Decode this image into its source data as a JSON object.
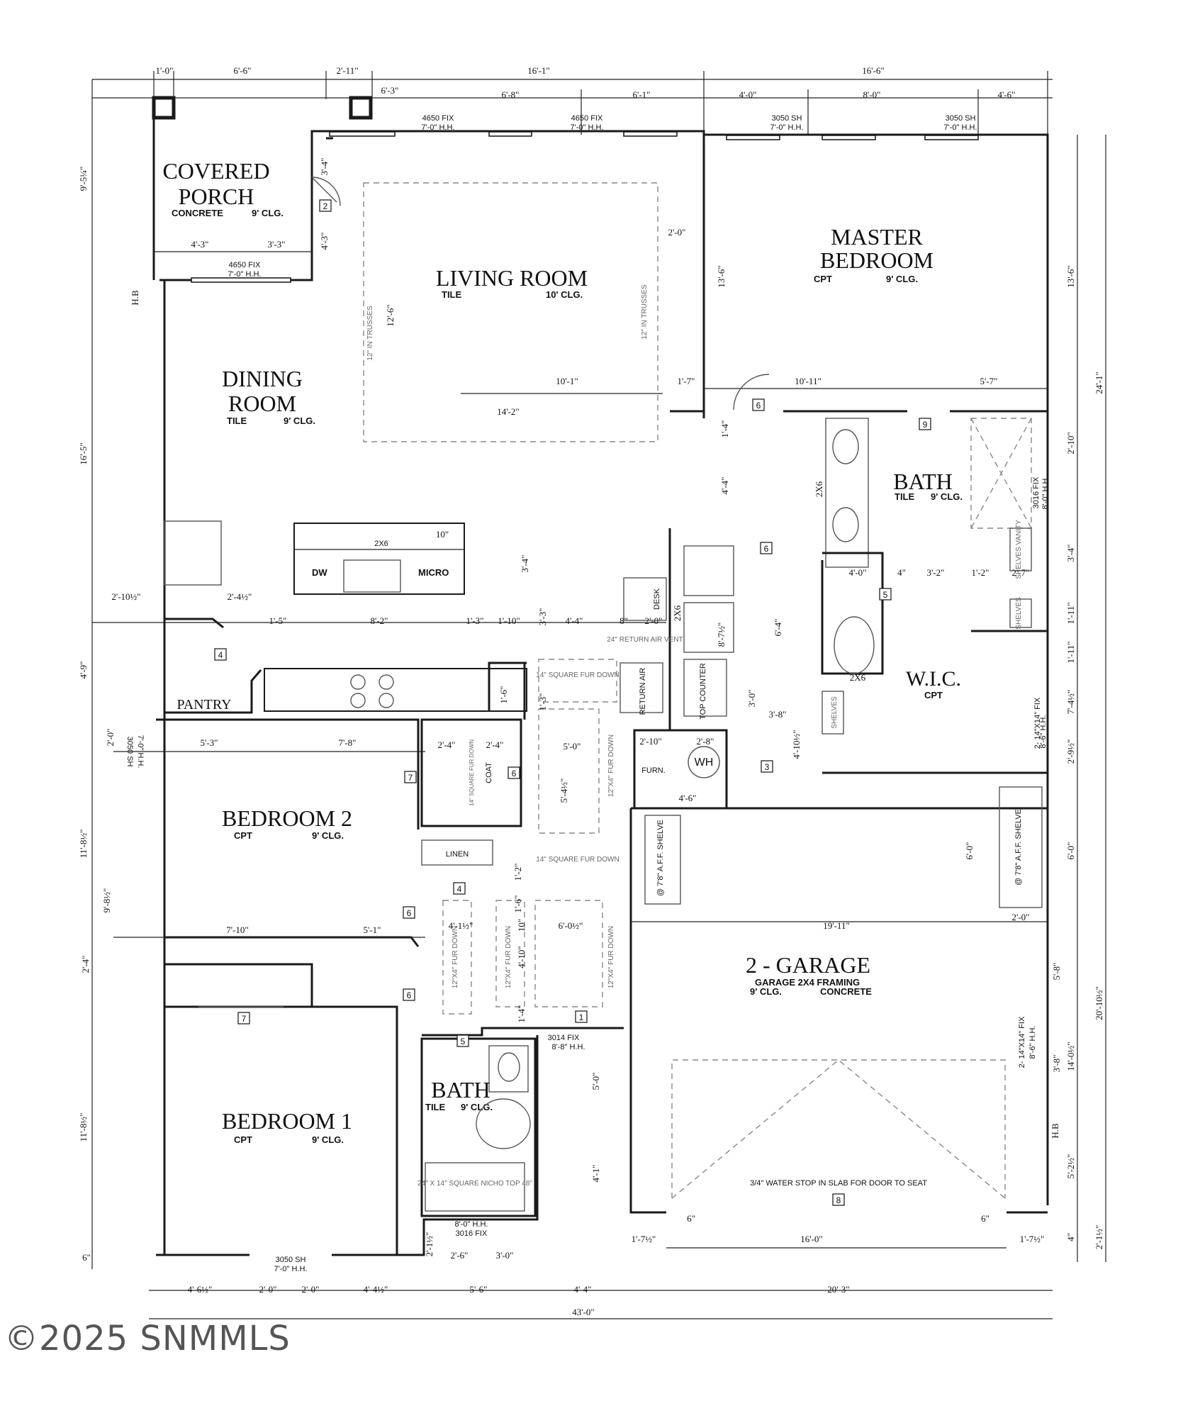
{
  "rooms": {
    "covered_porch": {
      "name1": "COVERED",
      "name2": "PORCH",
      "material": "CONCRETE",
      "ceiling": "9' CLG."
    },
    "living_room": {
      "name": "LIVING ROOM",
      "material": "TILE",
      "ceiling": "10' CLG."
    },
    "master_bedroom": {
      "name1": "MASTER",
      "name2": "BEDROOM",
      "material": "CPT",
      "ceiling": "9' CLG."
    },
    "dining_room": {
      "name1": "DINING",
      "name2": "ROOM",
      "material": "TILE",
      "ceiling": "9' CLG."
    },
    "master_bath": {
      "name": "BATH",
      "material": "TILE",
      "ceiling": "9' CLG."
    },
    "wic": {
      "name": "W.I.C.",
      "material": "CPT"
    },
    "pantry": {
      "name": "PANTRY"
    },
    "bedroom2": {
      "name": "BEDROOM 2",
      "material": "CPT",
      "ceiling": "9' CLG."
    },
    "bedroom1": {
      "name": "BEDROOM 1",
      "material": "CPT",
      "ceiling": "9' CLG."
    },
    "bath2": {
      "name": "BATH",
      "material": "TILE",
      "ceiling": "9' CLG."
    },
    "garage": {
      "name": "2 - GARAGE",
      "line1": "GARAGE  2X4 FRAMING",
      "line2_left": "9' CLG.",
      "line2_right": "CONCRETE"
    }
  },
  "fixtures": {
    "dw": "DW",
    "micro": "MICRO",
    "counter": "2X6",
    "desk": "DESK",
    "return_air": "RETURN AIR",
    "top_counter": "TOP COUNTER",
    "furn": "FURN.",
    "wh": "WH",
    "linen": "LINEN",
    "coat": "COAT",
    "shelve": "@ 7'8\" A.F.F. SHELVE",
    "shelves": "SHELVES",
    "shelves_vanity": "SHELVES VANITY",
    "return_air_vent": "24\" RETURN AIR VENT",
    "wall_2x6": "2X6",
    "fur_down_14": "14\" SQUARE FUR DOWN",
    "fur_down_12": "12\"X4\" FUR DOWN",
    "trusses": "12\" IN TRUSSES",
    "niche": "24\" X 14\" SQUARE NICHO TOP 48\"",
    "water_stop": "3/4\" WATER STOP IN SLAB FOR DOOR TO SEAT"
  },
  "windows": {
    "w1": {
      "type": "4650 FIX",
      "hh": "7'-0\" H.H."
    },
    "w2": {
      "type": "4650 FIX",
      "hh": "7'-0\" H.H."
    },
    "w3": {
      "type": "3050 SH",
      "hh": "7'-0\" H.H."
    },
    "w4": {
      "type": "3050 SH",
      "hh": "7'-0\" H.H."
    },
    "w5": {
      "type": "4650 FIX",
      "hh": "7'-0\" H.H."
    },
    "w6": {
      "type": "3016 FIX",
      "hh": "8'-0\" H.H."
    },
    "w7": {
      "type": "3014 FIX",
      "hh": "8'-8\" H.H."
    },
    "w8": {
      "type": "3050 SH",
      "hh": "7'-0\" H.H."
    },
    "w9": {
      "type": "3016 FIX",
      "hh": "8'-0\" H.H."
    },
    "w10": {
      "type": "2- 14\"X14\" FIX",
      "hh": "8'-6\" H.H."
    },
    "w11": {
      "type": "2- 14\"X14\" FIX",
      "hh": "8'-6\" H.H."
    }
  },
  "dimensions": {
    "top_row1": [
      "1'-0\"",
      "6'-6\"",
      "2'-11\"",
      "16'-1\"",
      "16'-6\""
    ],
    "top_row2": [
      "6'-3\"",
      "6'-8\"",
      "6'-1\"",
      "4'-0\"",
      "8'-0\"",
      "4'-6\""
    ],
    "bottom_row1": [
      "4'-6½\"",
      "2'-0\"",
      "2'-0\"",
      "4'-4½\"",
      "5'-6\"",
      "4'-4\"",
      "20'-3\""
    ],
    "bottom_total": "43'-0\"",
    "left": [
      "9'-5¼\"",
      "16'-5\"",
      "4'-9\"",
      "11'-8½\"",
      "2'-4\"",
      "11'-8½\"",
      "6\""
    ],
    "right": [
      "13'-6\"",
      "24'-1\"",
      "2'-10\"",
      "3'-4\"",
      "1'-11\"",
      "1'-11\"",
      "7'-4½\"",
      "2'-9½\"",
      "6'-0\"",
      "20'-10½\"",
      "5'-8\"",
      "14'-0½\"",
      "3'-8\"",
      "5'-2½\"",
      "4\"",
      "2'-1½\""
    ],
    "interior": {
      "porch_w1": "4'-3\"",
      "porch_w2": "3'-3\"",
      "porch_h1": "3'-4\"",
      "porch_h2": "4'-3\"",
      "living_h": "12'-6\"",
      "living_2": "2'-0\"",
      "living_w": "10'-1\"",
      "living_w2": "14'-2\"",
      "master_h": "13'-6\"",
      "master_w": "10'-11\"",
      "master_w2": "5'-7\"",
      "m_1_7": "1'-7\"",
      "m_1_4": "1'-4\"",
      "m_4_4": "4'-4\"",
      "kit_10": "10\"",
      "kit_3_4": "3'-4\"",
      "k_2_10": "2'-10½\"",
      "k_2_4": "2'-4½\"",
      "k_1_5": "1'-5\"",
      "k_8_2": "8'-2\"",
      "k_1_3": "1'-3\"",
      "k_1_10": "1'-10\"",
      "k_3_3": "3'-3\"",
      "k_4_4": "4'-4\"",
      "k_8": "8\"",
      "k_2_0": "2'-0\"",
      "b_4_0": "4'-0\"",
      "b_4": "4\"",
      "b_3_2": "3'-2\"",
      "b_1_2": "1'-2\"",
      "b_2_7": "2'-7\"",
      "b_6_4": "6'-4\"",
      "b_8_7": "8'-7½\"",
      "b_3_0": "3'-0\"",
      "b_3_8": "3'-8\"",
      "b_4_10": "4'-10½\"",
      "bd2_5_3": "5'-3\"",
      "bd2_7_8": "7'-8\"",
      "bd2_2_0": "2'-0\"",
      "bd2_9_8": "9'-8½\"",
      "h_2_4a": "2'-4\"",
      "h_2_4b": "2'-4\"",
      "h_1_6": "1'-6\"",
      "h_1_3": "1'-3\"",
      "h_5_0": "5'-0\"",
      "h_5_4": "5'-4½\"",
      "f_2_10": "2'-10\"",
      "f_2_8": "2'-8\"",
      "f_4_6": "4'-6\"",
      "l_1_2": "1'-2\"",
      "l_1_6": "1'-6\"",
      "l_10": "10\"",
      "l_4_1": "4'-1½\"",
      "l_6_0": "6'-0½\"",
      "l_4_10": "4'-10\"",
      "l_1_4": "1'-4\"",
      "bd2_7_10": "7'-10\"",
      "bd2_5_1": "5'-1\"",
      "g_19_11": "19'-11\"",
      "g_6_0": "6'-0\"",
      "g_2_0": "2'-0\"",
      "ba_5_0": "5'-0\"",
      "ba_4_1": "4'-1\"",
      "ba_2_6": "2'-6\"",
      "ba_3_0": "3'-0\"",
      "ba_2_1": "2'-1½\"",
      "g_16_0": "16'-0\"",
      "g_6a": "6\"",
      "g_6b": "6\"",
      "g_1_7a": "1'-7½\"",
      "g_1_7b": "1'-7½\"",
      "hb1": "H.B",
      "hb2": "H.B"
    }
  },
  "tags": [
    "1",
    "2",
    "3",
    "4",
    "4",
    "5",
    "5",
    "6",
    "6",
    "6",
    "6",
    "6",
    "7",
    "7",
    "8",
    "9"
  ],
  "copyright": "©2025 SNMMLS"
}
